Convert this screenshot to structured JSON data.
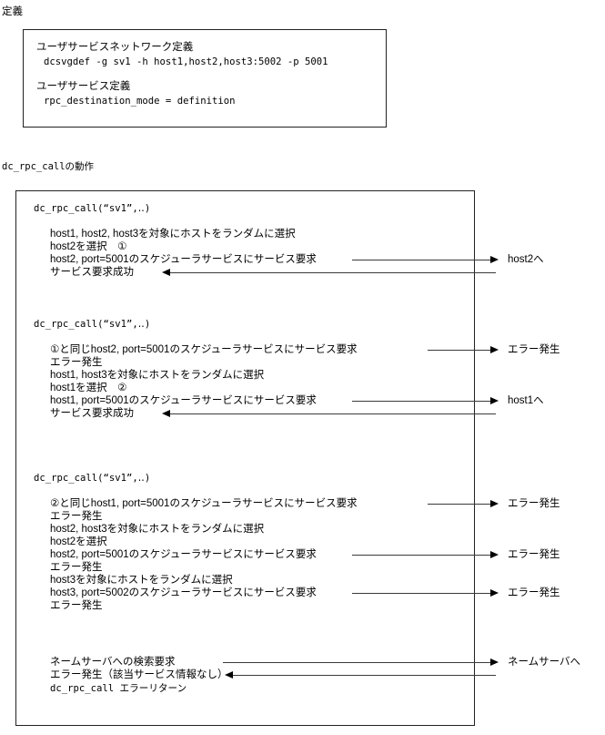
{
  "sections": {
    "definition_heading": "定義",
    "operation_heading": "dc_rpc_callの動作"
  },
  "definition_box": {
    "groups": [
      {
        "title": "ユーザサービスネットワーク定義",
        "body": "dcsvgdef -g sv1 -h host1,host2,host3:5002 -p 5001"
      },
      {
        "title": "ユーザサービス定義",
        "body": "rpc_destination_mode = definition"
      }
    ]
  },
  "operation_box": {
    "calls": [
      {
        "header": "dc_rpc_call(“sv1”,‥)",
        "lines": [
          "host1, host2, host3を対象にホストをランダムに選択",
          "host2を選択　①",
          "host2, port=5001のスケジューラサービスにサービス要求",
          "サービス要求成功"
        ]
      },
      {
        "header": "dc_rpc_call(“sv1”,‥)",
        "lines": [
          "①と同じhost2, port=5001のスケジューラサービスにサービス要求",
          "エラー発生",
          "host1, host3を対象にホストをランダムに選択",
          "host1を選択　②",
          "host1, port=5001のスケジューラサービスにサービス要求",
          "サービス要求成功"
        ]
      },
      {
        "header": "dc_rpc_call(“sv1”,‥)",
        "lines": [
          "②と同じhost1, port=5001のスケジューラサービスにサービス要求",
          "エラー発生",
          "host2, host3を対象にホストをランダムに選択",
          "host2を選択",
          "host2, port=5001のスケジューラサービスにサービス要求",
          "エラー発生",
          "host3を対象にホストをランダムに選択",
          "host3, port=5002のスケジューラサービスにサービス要求",
          "エラー発生"
        ]
      },
      {
        "header": "",
        "lines": [
          "ネームサーバへの検索要求",
          "エラー発生（該当サービス情報なし）",
          "dc_rpc_call エラーリターン"
        ]
      }
    ]
  },
  "arrows": [
    {
      "direction": "right",
      "label": "host2へ"
    },
    {
      "direction": "left",
      "label": ""
    },
    {
      "direction": "right",
      "label": "エラー発生"
    },
    {
      "direction": "right",
      "label": "host1へ"
    },
    {
      "direction": "left",
      "label": ""
    },
    {
      "direction": "right",
      "label": "エラー発生"
    },
    {
      "direction": "right",
      "label": "エラー発生"
    },
    {
      "direction": "right",
      "label": "エラー発生"
    },
    {
      "direction": "right",
      "label": "ネームサーバへ"
    },
    {
      "direction": "left",
      "label": ""
    }
  ],
  "colors": {
    "text": "#000000",
    "border": "#222222",
    "arrow": "#3a3a3a"
  }
}
